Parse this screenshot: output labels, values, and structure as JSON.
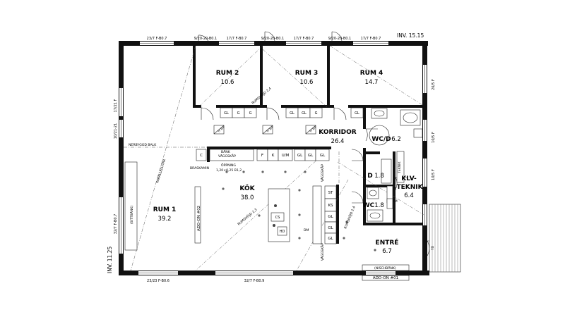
{
  "labels": {
    "inv_top": "INV. 15.15",
    "inv_left": "INV. 11.25"
  },
  "rooms": {
    "rum1": {
      "name": "RUM 1",
      "area": "39.2"
    },
    "rum2": {
      "name": "RUM 2",
      "area": "10.6"
    },
    "rum3": {
      "name": "RUM 3",
      "area": "10.6"
    },
    "rum4": {
      "name": "RUM 4",
      "area": "14.7"
    },
    "korridor": {
      "name": "KORRIDOR",
      "area": "26.4"
    },
    "wcd": {
      "name": "WC/D",
      "area": "6.2"
    },
    "d": {
      "name": "D",
      "area": "1.8"
    },
    "wc": {
      "name": "WC",
      "area": "1.8"
    },
    "klv": {
      "name": "KLV-",
      "name2": "TEKNIK",
      "area": "6.4"
    },
    "kok": {
      "name": "KÖK",
      "area": "38.0"
    },
    "entre": {
      "name": "ENTRÉ",
      "area": "6.7"
    }
  },
  "dimensions": {
    "top1": "23/7 F-B0.7",
    "top2": "9/20-20-B0.1",
    "top3": "17/7 F-B0.7",
    "top4": "9/20-20-B0.1",
    "top5": "17/7 F-B0.7",
    "top6": "9/20-20-B0.1",
    "top7": "17/7 F-B0.7",
    "bottom1": "23/23 F-B0.6",
    "bottom2": "32/7 F-B0.9",
    "left1": "17/21 F",
    "left2": "10/21-21",
    "left3": "32/7 F-B0.7",
    "right1": "26/5 F",
    "right2": "10/5 F",
    "right3": "10/5 F"
  },
  "annotations": {
    "nerbyggd_balk": "NERBYGGD BALK",
    "parallellitar": "PARALLELLITAR",
    "bank_vaggskap": "BÄNK",
    "bank_vaggskap2": "VÄGGSKÅP",
    "oppning": "ÖPPNING",
    "oppning_dim": "1,20×0,25 B1,2",
    "braskamin": "BRASKAMIN",
    "addon02": "ADD-ON #02",
    "addon01": "ADD-ON #01",
    "sittbank": "(SITTBÄNK)",
    "nischbank": "(NISCHBÄNK)",
    "rumshojd1": "RUMSHÖJD 2,4",
    "rumshojd2": "RUMSHÖJD 2,3",
    "rumshojd3": "RUMSHÖJD 2,4",
    "vaggskap1": "VÄGGSKÅP",
    "vaggskap2": "VÄGGSKÅP",
    "teknik": "TEKNIK",
    "dm": "DM",
    "yd": "YD",
    "ct": "C",
    "tt": "TT",
    "tm": "TM",
    "hd": "HD",
    "cs": "CS"
  },
  "kitchen_row": [
    "F",
    "K",
    "U/M",
    "GL",
    "GL",
    "GL"
  ],
  "kitchen_column": [
    "ST",
    "KS",
    "GL",
    "GL",
    "GL"
  ],
  "closets": {
    "rum2": [
      "GL",
      "G",
      "G"
    ],
    "rum3": [
      "GL",
      "GL",
      "G"
    ],
    "rum4": [
      "GL"
    ]
  },
  "tf": [
    "TF B/P",
    "TF B/P",
    "TF B/P"
  ]
}
